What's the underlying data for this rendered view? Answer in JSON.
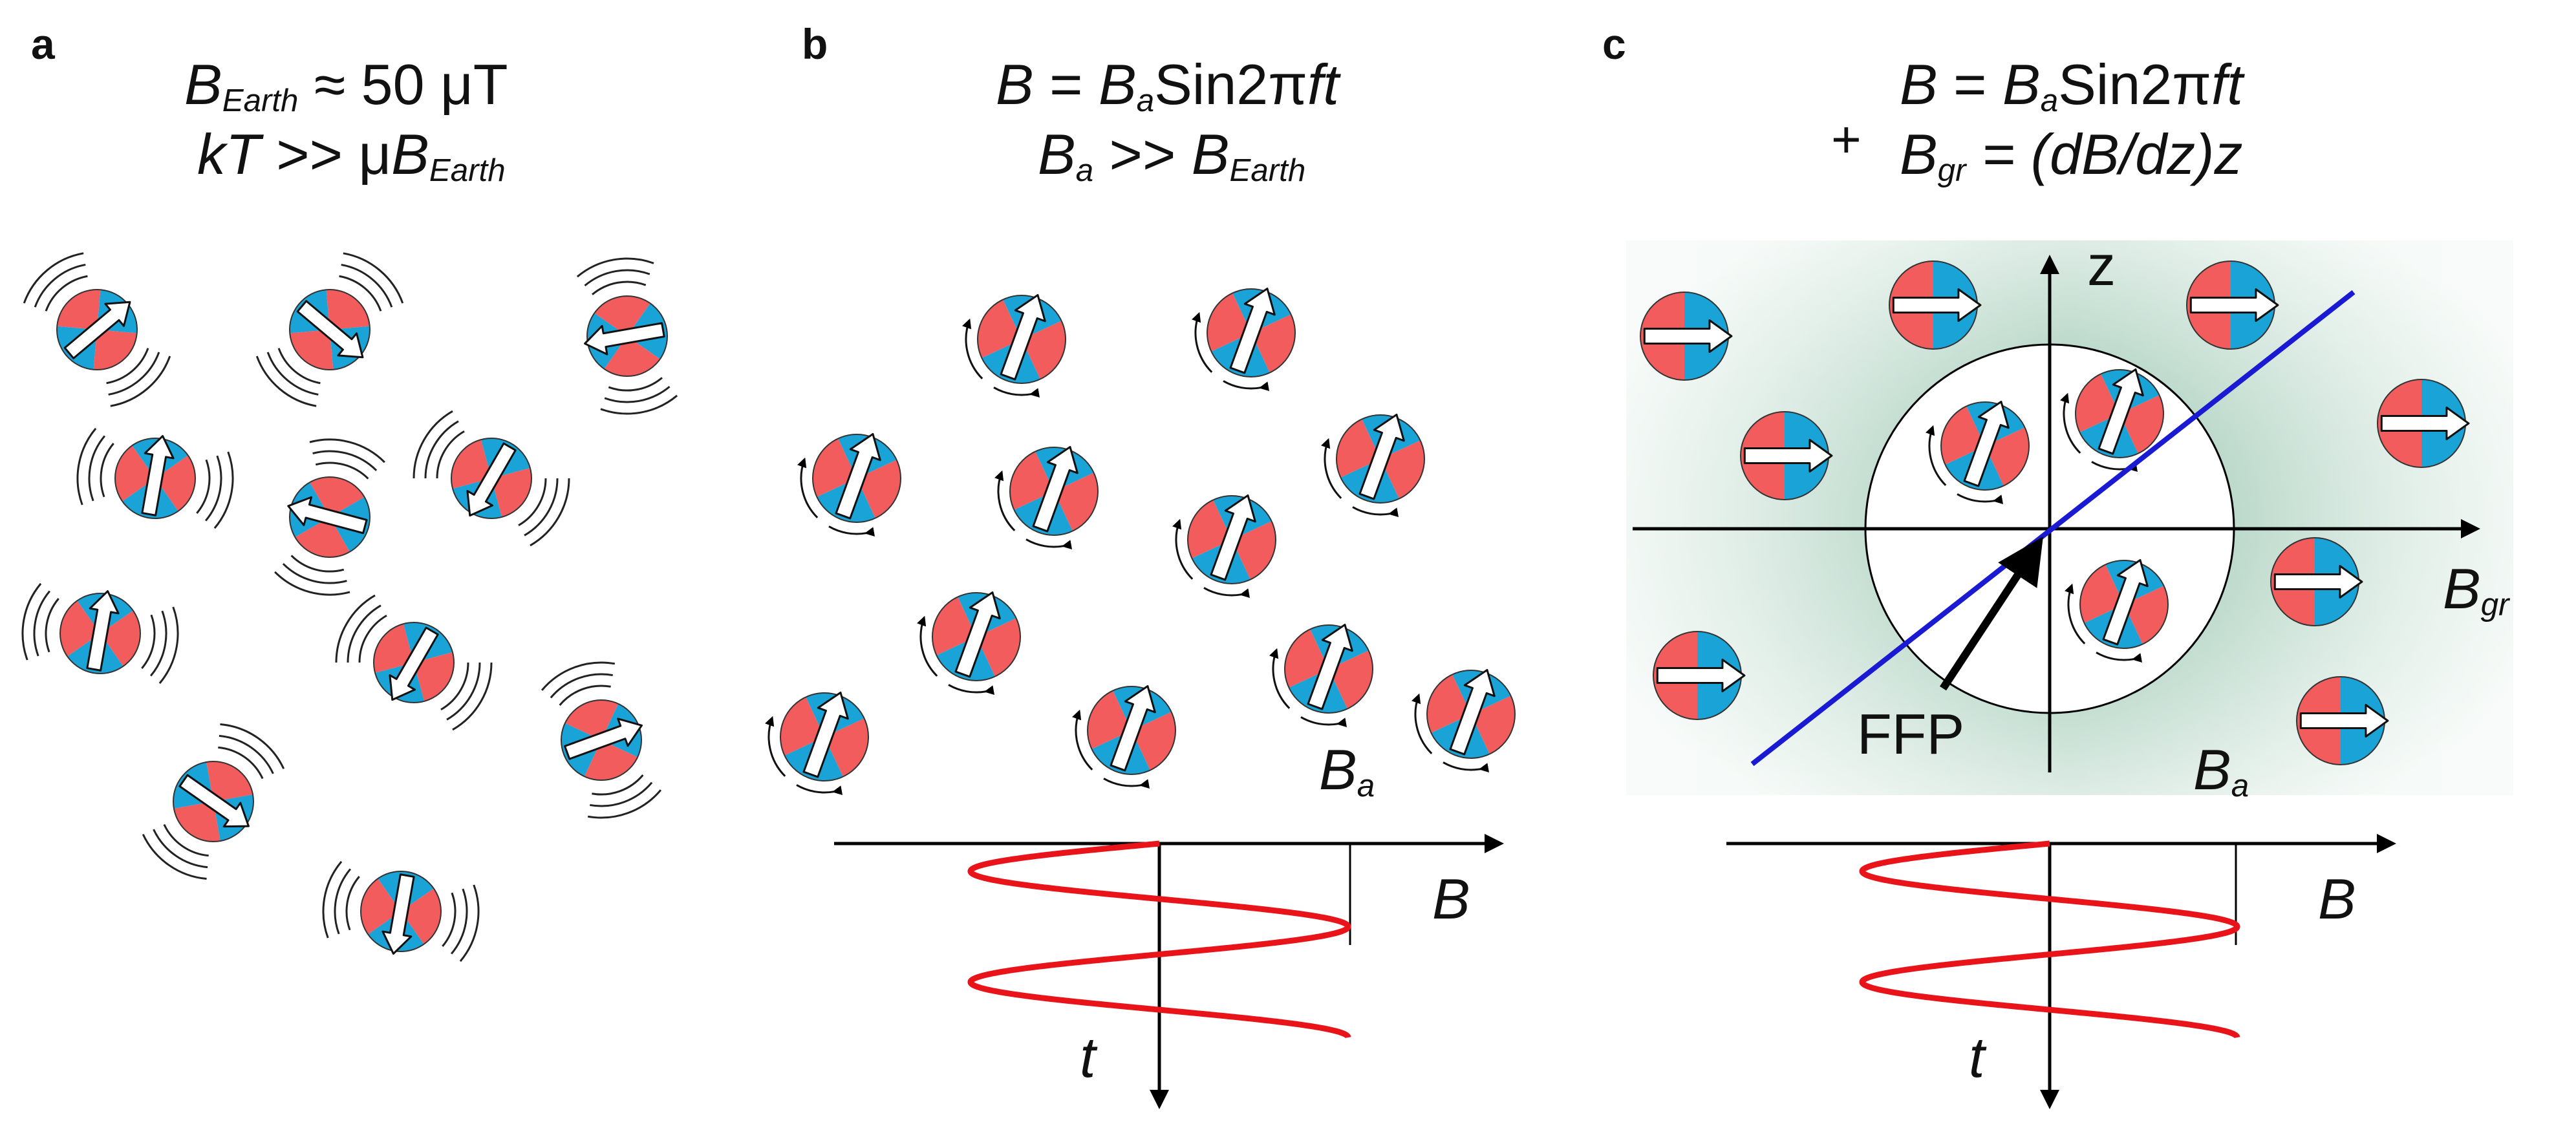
{
  "panels": {
    "a": {
      "letter": "a",
      "eq1": {
        "sym": "B",
        "sub": "Earth",
        "rest": " ≈ 50 μT"
      },
      "eq2": {
        "lhs": "kT",
        "op": " >> μ",
        "sym": "B",
        "sub": "Earth"
      }
    },
    "b": {
      "letter": "b",
      "eq1": {
        "lhs": "B",
        "eq": " = ",
        "sym": "B",
        "sub": "a",
        "rest": "Sin2π",
        "var": "ft"
      },
      "eq2": {
        "sym": "B",
        "sub": "a",
        "op": " >> ",
        "sym2": "B",
        "sub2": "Earth"
      },
      "field_label": {
        "sym": "B",
        "sub": "a"
      },
      "axis_b": "B",
      "axis_t": "t"
    },
    "c": {
      "letter": "c",
      "plus": "+",
      "eq1": {
        "lhs": "B",
        "eq": " = ",
        "sym": "B",
        "sub": "a",
        "rest": "Sin2π",
        "var": "ft"
      },
      "eq2": {
        "sym": "B",
        "sub": "gr",
        "rest": " = (dB/dz)z"
      },
      "z_label": "z",
      "gr_label": {
        "sym": "B",
        "sub": "gr"
      },
      "ffp_label": "FFP",
      "field_label": {
        "sym": "B",
        "sub": "a"
      },
      "axis_b": "B",
      "axis_t": "t"
    }
  },
  "colors": {
    "particle_red": "#f25c5c",
    "particle_blue": "#1aa3d6",
    "sine": "#e8141a",
    "gradient_line": "#1a1ad2",
    "field_green": "#2f8a5c"
  }
}
